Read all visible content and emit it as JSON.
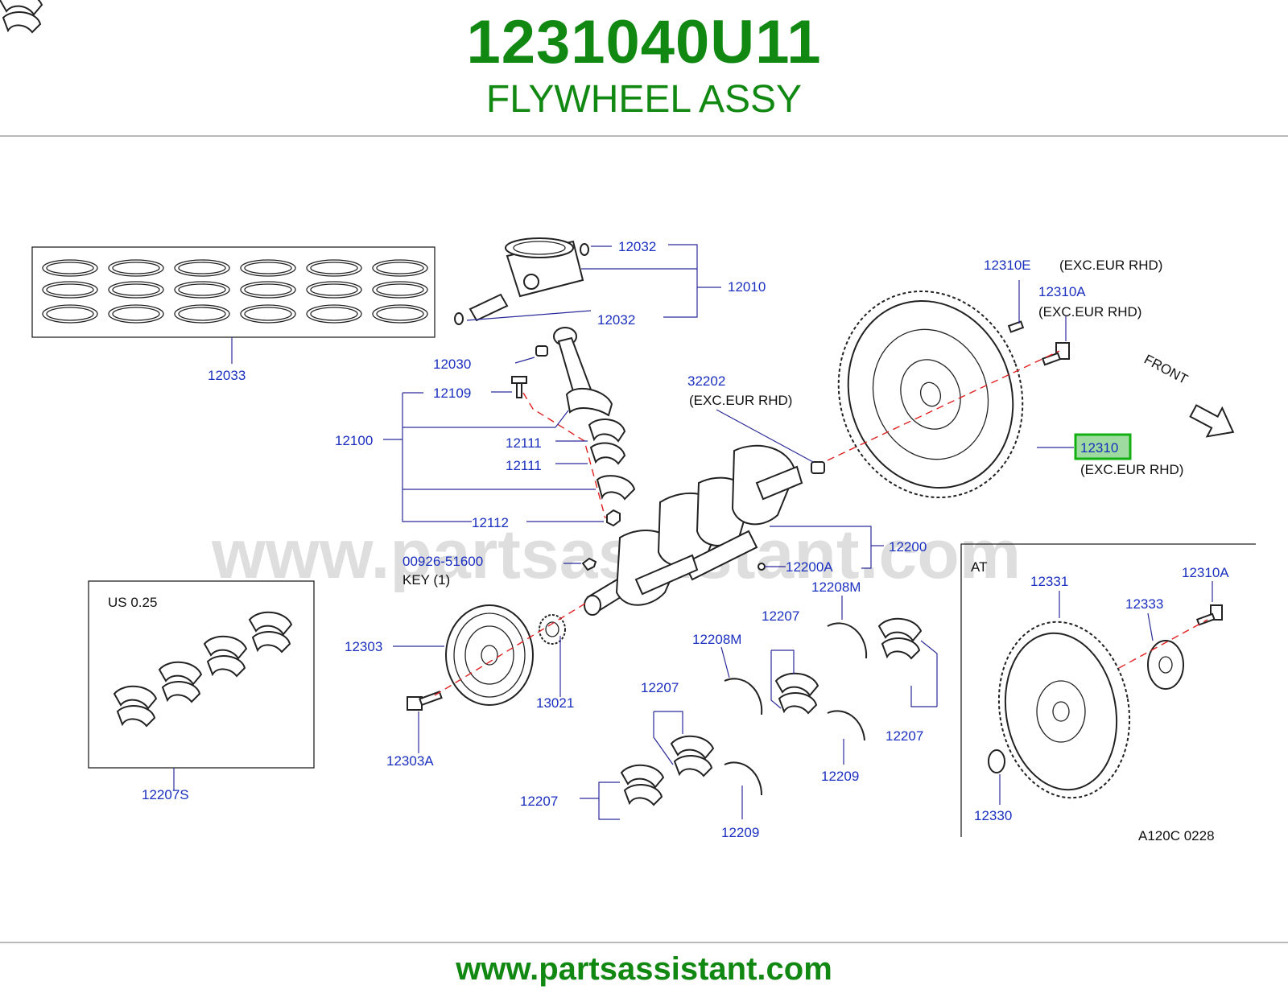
{
  "header": {
    "part_number": "1231040U11",
    "part_name": "FLYWHEEL ASSY"
  },
  "footer": {
    "url": "www.partsassistant.com"
  },
  "watermark": "www.partsassistant.com",
  "colors": {
    "title_green": "#118811",
    "label_blue": "#1a2fbf",
    "highlight_fill": "#9fdba0",
    "highlight_border": "#11b011",
    "axis_dash_red": "#e02020"
  },
  "callouts": {
    "c12032_top": "12032",
    "c12010": "12010",
    "c12032_bottom": "12032",
    "c12033": "12033",
    "c12030": "12030",
    "c12109": "12109",
    "c12100": "12100",
    "c12111_a": "12111",
    "c12111_b": "12111",
    "c12112": "12112",
    "c32202": "32202",
    "c12310E": "12310E",
    "c12310A_top": "12310A",
    "c12310": "12310",
    "c12200": "12200",
    "c12200A": "12200A",
    "c00926": "00926-51600",
    "c12303": "12303",
    "c13021": "13021",
    "c12303A": "12303A",
    "c12207S": "12207S",
    "c12208M_a": "12208M",
    "c12208M_b": "12208M",
    "c12207_a": "12207",
    "c12207_b": "12207",
    "c12207_c": "12207",
    "c12207_d": "12207",
    "c12209_a": "12209",
    "c12209_b": "12209",
    "c12331": "12331",
    "c12333": "12333",
    "c12310A_at": "12310A",
    "c12330": "12330"
  },
  "notes": {
    "exc_12310E": "(EXC.EUR   RHD)",
    "exc_12310A": "(EXC.EUR   RHD)",
    "exc_32202": "(EXC.EUR   RHD)",
    "exc_12310": "(EXC.EUR   RHD)",
    "key": "KEY   (1)",
    "front": "FRONT",
    "at_panel": "AT",
    "us_size": "US   0.25",
    "figure_code": "A120C   0228"
  },
  "highlighted_part": "12310"
}
